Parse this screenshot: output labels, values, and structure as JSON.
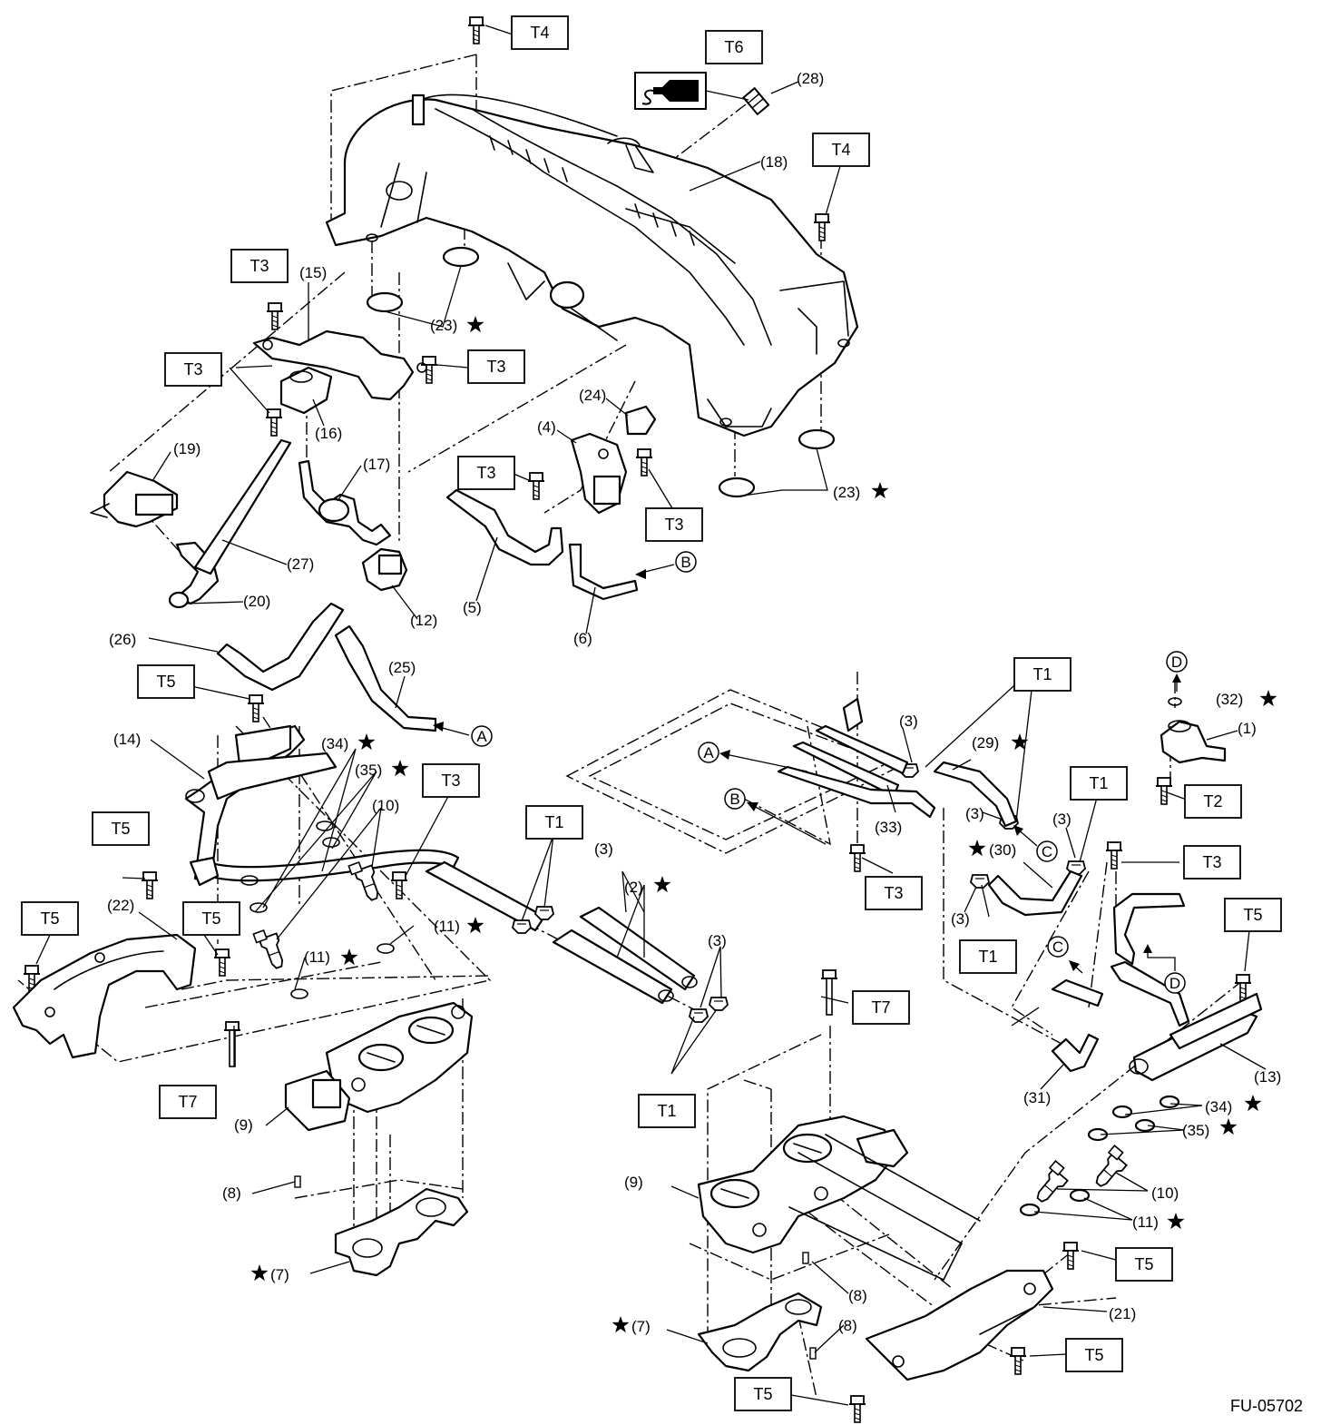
{
  "figure_id": "FU-05702",
  "ref_letters": [
    "A",
    "B",
    "C",
    "D"
  ],
  "torque_labels": [
    {
      "id": "t4-top",
      "text": "T4"
    },
    {
      "id": "t6",
      "text": "T6"
    },
    {
      "id": "t4-right",
      "text": "T4"
    },
    {
      "id": "t3-a",
      "text": "T3"
    },
    {
      "id": "t3-b",
      "text": "T3"
    },
    {
      "id": "t3-c",
      "text": "T3"
    },
    {
      "id": "t3-d",
      "text": "T3"
    },
    {
      "id": "t3-e",
      "text": "T3"
    },
    {
      "id": "t5-a",
      "text": "T5"
    },
    {
      "id": "t3-f",
      "text": "T3"
    },
    {
      "id": "t1-a",
      "text": "T1"
    },
    {
      "id": "t1-b",
      "text": "T1"
    },
    {
      "id": "t1-c",
      "text": "T1"
    },
    {
      "id": "t2",
      "text": "T2"
    },
    {
      "id": "t5-b",
      "text": "T5"
    },
    {
      "id": "t5-c",
      "text": "T5"
    },
    {
      "id": "t5-d",
      "text": "T5"
    },
    {
      "id": "t3-g",
      "text": "T3"
    },
    {
      "id": "t3-h",
      "text": "T3"
    },
    {
      "id": "t5-e",
      "text": "T5"
    },
    {
      "id": "t1-d",
      "text": "T1"
    },
    {
      "id": "t7-a",
      "text": "T7"
    },
    {
      "id": "t7-b",
      "text": "T7"
    },
    {
      "id": "t1-e",
      "text": "T1"
    },
    {
      "id": "t5-f",
      "text": "T5"
    },
    {
      "id": "t5-g",
      "text": "T5"
    },
    {
      "id": "t5-h",
      "text": "T5"
    }
  ],
  "part_labels": [
    {
      "id": "p28",
      "text": "(28)"
    },
    {
      "id": "p18",
      "text": "(18)"
    },
    {
      "id": "p15",
      "text": "(15)"
    },
    {
      "id": "p23-a",
      "text": "(23)"
    },
    {
      "id": "p16",
      "text": "(16)"
    },
    {
      "id": "p24",
      "text": "(24)"
    },
    {
      "id": "p4",
      "text": "(4)"
    },
    {
      "id": "p19",
      "text": "(19)"
    },
    {
      "id": "p17",
      "text": "(17)"
    },
    {
      "id": "p23-b",
      "text": "(23)"
    },
    {
      "id": "p27",
      "text": "(27)"
    },
    {
      "id": "p20",
      "text": "(20)"
    },
    {
      "id": "p12",
      "text": "(12)"
    },
    {
      "id": "p5",
      "text": "(5)"
    },
    {
      "id": "p6",
      "text": "(6)"
    },
    {
      "id": "p26",
      "text": "(26)"
    },
    {
      "id": "p25",
      "text": "(25)"
    },
    {
      "id": "p14",
      "text": "(14)"
    },
    {
      "id": "p34-a",
      "text": "(34)"
    },
    {
      "id": "p35-a",
      "text": "(35)"
    },
    {
      "id": "p10-a",
      "text": "(10)"
    },
    {
      "id": "p3-a",
      "text": "(3)"
    },
    {
      "id": "p29",
      "text": "(29)"
    },
    {
      "id": "p32",
      "text": "(32)"
    },
    {
      "id": "p1",
      "text": "(1)"
    },
    {
      "id": "p3-b",
      "text": "(3)"
    },
    {
      "id": "p33",
      "text": "(33)"
    },
    {
      "id": "p3-c",
      "text": "(3)"
    },
    {
      "id": "p30",
      "text": "(30)"
    },
    {
      "id": "p3-d",
      "text": "(3)"
    },
    {
      "id": "p3-e",
      "text": "(3)"
    },
    {
      "id": "p2",
      "text": "(2)"
    },
    {
      "id": "p22",
      "text": "(22)"
    },
    {
      "id": "p11-a",
      "text": "(11)"
    },
    {
      "id": "p11-b",
      "text": "(11)"
    },
    {
      "id": "p3-f",
      "text": "(3)"
    },
    {
      "id": "p31",
      "text": "(31)"
    },
    {
      "id": "p13",
      "text": "(13)"
    },
    {
      "id": "p9-a",
      "text": "(9)"
    },
    {
      "id": "p34-b",
      "text": "(34)"
    },
    {
      "id": "p35-b",
      "text": "(35)"
    },
    {
      "id": "p10-b",
      "text": "(10)"
    },
    {
      "id": "p9-b",
      "text": "(9)"
    },
    {
      "id": "p8-a",
      "text": "(8)"
    },
    {
      "id": "p11-c",
      "text": "(11)"
    },
    {
      "id": "p7-a",
      "text": "(7)"
    },
    {
      "id": "p8-b",
      "text": "(8)"
    },
    {
      "id": "p21",
      "text": "(21)"
    },
    {
      "id": "p7-b",
      "text": "(7)"
    },
    {
      "id": "p8-c",
      "text": "(8)"
    }
  ]
}
